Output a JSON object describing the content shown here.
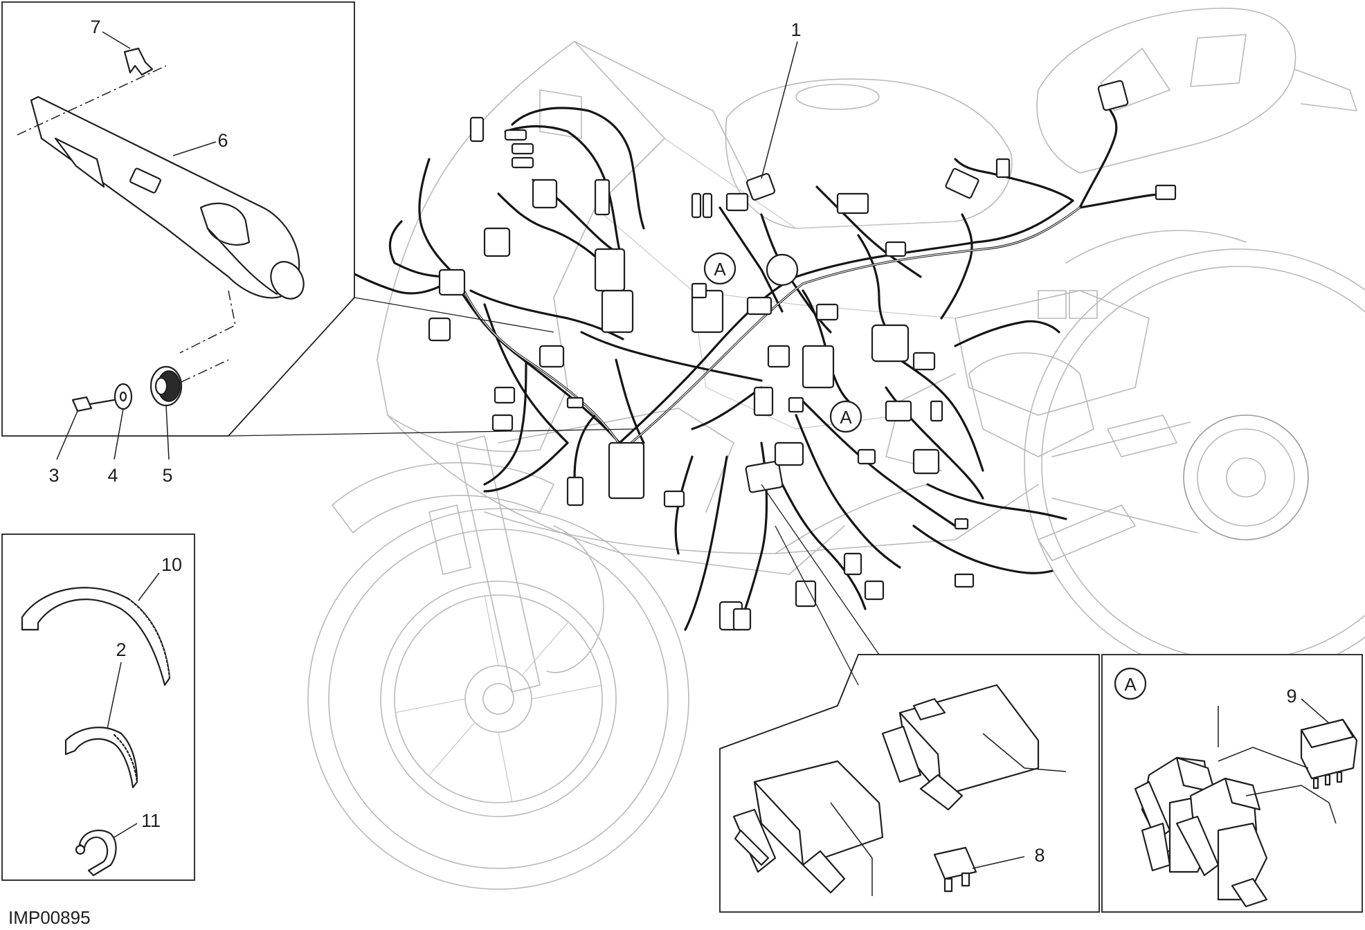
{
  "diagram": {
    "drawing_code": "IMP00895",
    "detail_ref_letter": "A",
    "callouts": [
      {
        "id": "1"
      },
      {
        "id": "2"
      },
      {
        "id": "3"
      },
      {
        "id": "4"
      },
      {
        "id": "5"
      },
      {
        "id": "6"
      },
      {
        "id": "7"
      },
      {
        "id": "8"
      },
      {
        "id": "9"
      },
      {
        "id": "10"
      },
      {
        "id": "11"
      }
    ]
  }
}
